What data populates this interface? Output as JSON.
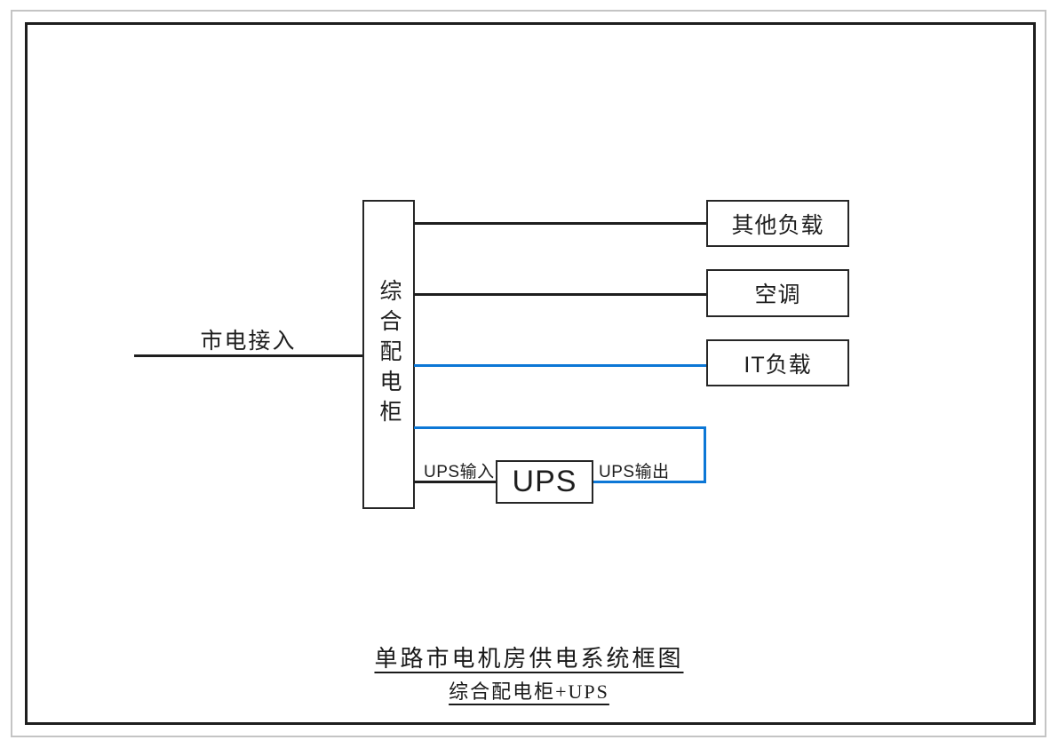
{
  "diagram": {
    "mains_label": "市电接入",
    "cabinet_label": "综合配电柜",
    "loads": [
      {
        "label": "其他负载",
        "line_color": "#1e1e1e"
      },
      {
        "label": "空调",
        "line_color": "#1e1e1e"
      },
      {
        "label": "IT负载",
        "line_color": "#0c77d6"
      }
    ],
    "ups": {
      "label": "UPS",
      "input_label": "UPS输入",
      "output_label": "UPS输出"
    },
    "colors": {
      "line_black": "#1e1e1e",
      "line_blue": "#0c77d6",
      "outer_frame_gray": "#c4c4c4",
      "inner_frame_black": "#1e1e1e"
    }
  },
  "caption": {
    "line1": "单路市电机房供电系统框图",
    "line2": "综合配电柜+UPS"
  }
}
